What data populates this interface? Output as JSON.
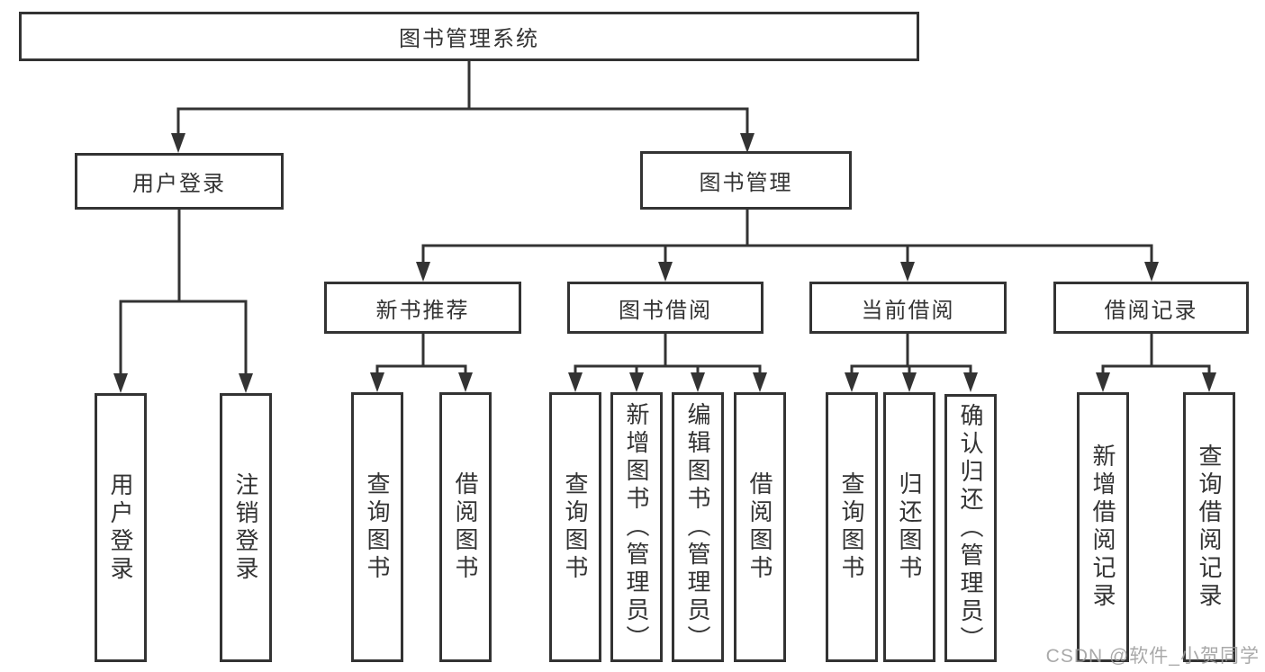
{
  "diagram": {
    "title": "图书管理系统",
    "level2": [
      {
        "label": "用户登录"
      },
      {
        "label": "图书管理"
      }
    ],
    "level3": [
      {
        "label": "新书推荐"
      },
      {
        "label": "图书借阅"
      },
      {
        "label": "当前借阅"
      },
      {
        "label": "借阅记录"
      }
    ],
    "leaves": {
      "login": [
        "用户登录",
        "注销登录"
      ],
      "newbook": [
        "查询图书",
        "借阅图书"
      ],
      "borrow": [
        "查询图书",
        "新增图书（管理员）",
        "编辑图书（管理员）",
        "借阅图书"
      ],
      "current": [
        "查询图书",
        "归还图书",
        "确认归还（管理员）"
      ],
      "records": [
        "新增借阅记录",
        "查询借阅记录"
      ]
    }
  },
  "watermark": "CSDN @软件_小贺同学",
  "colors": {
    "line": "#333333",
    "box_border": "#333333",
    "box_background": "#ffffff",
    "text": "#333333",
    "watermark": "#9b9b9b"
  }
}
